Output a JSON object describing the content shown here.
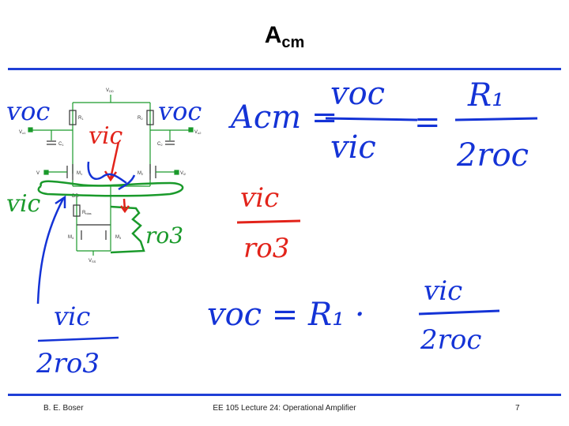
{
  "slide": {
    "title_main": "A",
    "title_sub": "cm",
    "footer_left": "B. E. Boser",
    "footer_center": "EE 105 Lecture 24: Operational Amplifier",
    "footer_right": "7"
  },
  "circuit": {
    "vdd": "V",
    "vdd_sub": "DD",
    "r1": "R",
    "r1_sub": "1",
    "r2": "R",
    "r2_sub": "2",
    "vo1": "V",
    "vo1_sub": "o1",
    "vo2": "V",
    "vo2_sub": "o2",
    "c1": "C",
    "c1_sub": "1",
    "c2": "C",
    "c2_sub": "2",
    "m1": "M",
    "m1_sub": "1",
    "m2": "M",
    "m2_sub": "2",
    "vi1": "V",
    "vi2": "V",
    "vi2_sub": "i2",
    "vdd2": "DD",
    "rbias": "R",
    "rbias_sub": "bias",
    "m4": "M",
    "m4_sub": "4",
    "m3": "M",
    "m3_sub": "3",
    "vss": "V",
    "vss_sub": "SS"
  },
  "handwriting": {
    "voc_left": "ᴠoc",
    "voc_right": "ᴠoc",
    "vic_red": "ᴠic",
    "vic_green": "ᴠic",
    "ro3_green": "ro3",
    "vic_over_2ro3_num": "ᴠic",
    "vic_over_2ro3_den": "2ro3",
    "acm_lhs": "Acm =",
    "acm_num": "ᴠoc",
    "acm_den": "ᴠic",
    "eq2": "=",
    "r1_num": "R₁",
    "r1_den": "2roc",
    "red_num": "ᴠic",
    "red_den": "ro3",
    "voc_eq": "ᴠoc = R₁ ·",
    "voc_eq_num": "ᴠic",
    "voc_eq_den": "2roc"
  },
  "colors": {
    "rule": "#1f3fd6",
    "ink_blue": "#1433d6",
    "ink_red": "#e2231a",
    "ink_green": "#1a9a2b"
  }
}
